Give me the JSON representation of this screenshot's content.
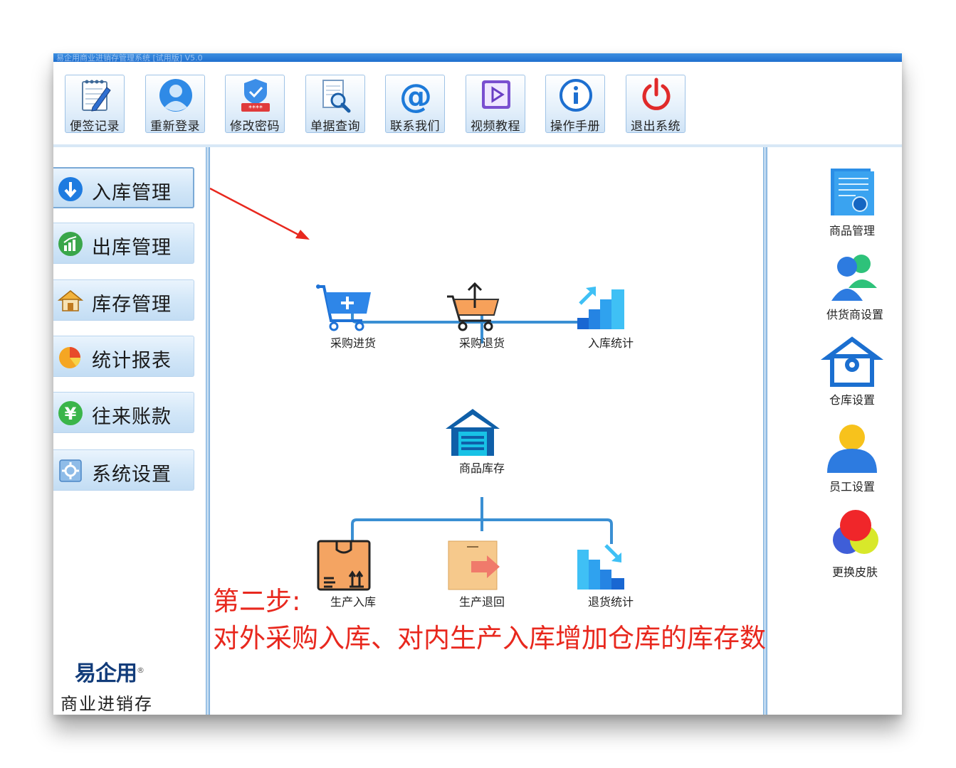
{
  "window": {
    "title": "易企用商业进销存管理系统 [试用版] V5.0"
  },
  "toolbar": [
    {
      "label": "便签记录",
      "icon": "notepad-icon"
    },
    {
      "label": "重新登录",
      "icon": "user-icon"
    },
    {
      "label": "修改密码",
      "icon": "password-shield-icon"
    },
    {
      "label": "单据查询",
      "icon": "document-search-icon"
    },
    {
      "label": "联系我们",
      "icon": "at-sign-icon"
    },
    {
      "label": "视频教程",
      "icon": "video-play-icon"
    },
    {
      "label": "操作手册",
      "icon": "info-icon"
    },
    {
      "label": "退出系统",
      "icon": "power-icon"
    }
  ],
  "sidebar": {
    "items": [
      {
        "label": "入库管理",
        "icon": "inbound-arrow-icon",
        "active": true
      },
      {
        "label": "出库管理",
        "icon": "outbound-chart-icon",
        "active": false
      },
      {
        "label": "库存管理",
        "icon": "warehouse-house-icon",
        "active": false
      },
      {
        "label": "统计报表",
        "icon": "pie-chart-icon",
        "active": false
      },
      {
        "label": "往来账款",
        "icon": "yen-coin-icon",
        "active": false
      },
      {
        "label": "系统设置",
        "icon": "settings-gear-icon",
        "active": false
      }
    ],
    "brand_name": "易企用",
    "brand_mark": "®",
    "brand_subtitle": "商业进销存"
  },
  "flow": {
    "top": [
      {
        "label": "采购进货",
        "icon": "cart-add-icon"
      },
      {
        "label": "采购退货",
        "icon": "cart-return-icon"
      },
      {
        "label": "入库统计",
        "icon": "stairs-up-icon"
      }
    ],
    "center": {
      "label": "商品库存",
      "icon": "warehouse-icon"
    },
    "bottom": [
      {
        "label": "生产入库",
        "icon": "box-inbound-icon"
      },
      {
        "label": "生产退回",
        "icon": "box-return-icon"
      },
      {
        "label": "退货统计",
        "icon": "stairs-down-icon"
      }
    ]
  },
  "right_panel": [
    {
      "label": "商品管理",
      "icon": "product-list-icon"
    },
    {
      "label": "供货商设置",
      "icon": "supplier-users-icon"
    },
    {
      "label": "仓库设置",
      "icon": "warehouse-gear-icon"
    },
    {
      "label": "员工设置",
      "icon": "employee-icon"
    },
    {
      "label": "更换皮肤",
      "icon": "color-skin-icon"
    }
  ],
  "annotation": {
    "line1": "第二步:",
    "line2": "对外采购入库、对内生产入库增加仓库的库存数",
    "color": "#e8281e"
  },
  "colors": {
    "accent_blue": "#1f6fcf",
    "flow_line": "#3a8fd3",
    "annotation_red": "#e8281e"
  }
}
